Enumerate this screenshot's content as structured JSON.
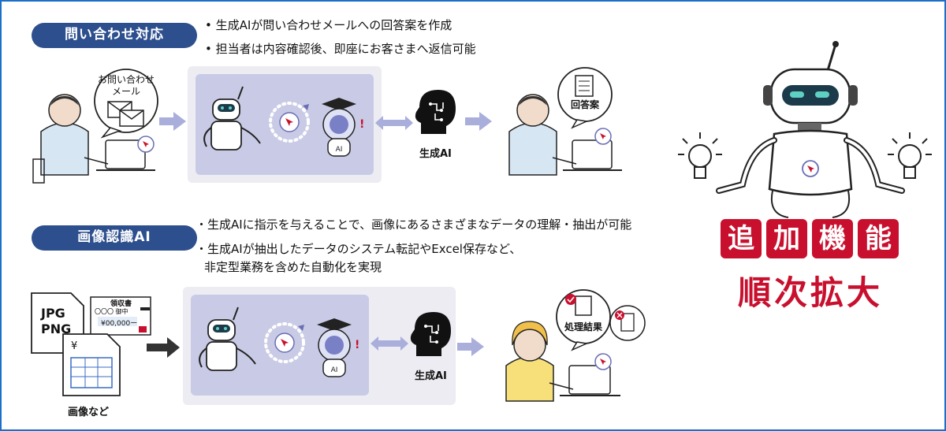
{
  "section1": {
    "title": "問い合わせ対応",
    "bullets": [
      "生成AIが問い合わせメールへの回答案を作成",
      "担当者は内容確認後、即座にお客さまへ返信可能"
    ],
    "inquiry_bubble": [
      "お問い合わせ",
      "メール"
    ],
    "ai_label": "生成AI",
    "answer_bubble": "回答案"
  },
  "section2": {
    "title": "画像認識AI",
    "bullets": [
      "・生成AIに指示を与えることで、画像にあるさまざまなデータの理解・抽出が可能",
      "・生成AIが抽出したデータのシステム転記やExcel保存など、",
      "非定型業務を含めた自動化を実現"
    ],
    "file_types": [
      "JPG",
      "PNG"
    ],
    "receipt_title": "領収書",
    "receipt_name": "〇〇〇 御中",
    "receipt_amount": "¥00,000ー",
    "invoice_mark": "¥",
    "image_label": "画像など",
    "ai_label": "生成AI",
    "result_bubble": "処理結果"
  },
  "robot_ai_badge": "AI",
  "headline": {
    "line1_chars": [
      "追",
      "加",
      "機",
      "能"
    ],
    "line2": "順次拡大"
  },
  "colors": {
    "pill": "#2d4f8e",
    "accent_red": "#c8102e",
    "panel": "#c9cbe6",
    "arrow": "#a9aedb",
    "frame": "#1b6fc8"
  }
}
